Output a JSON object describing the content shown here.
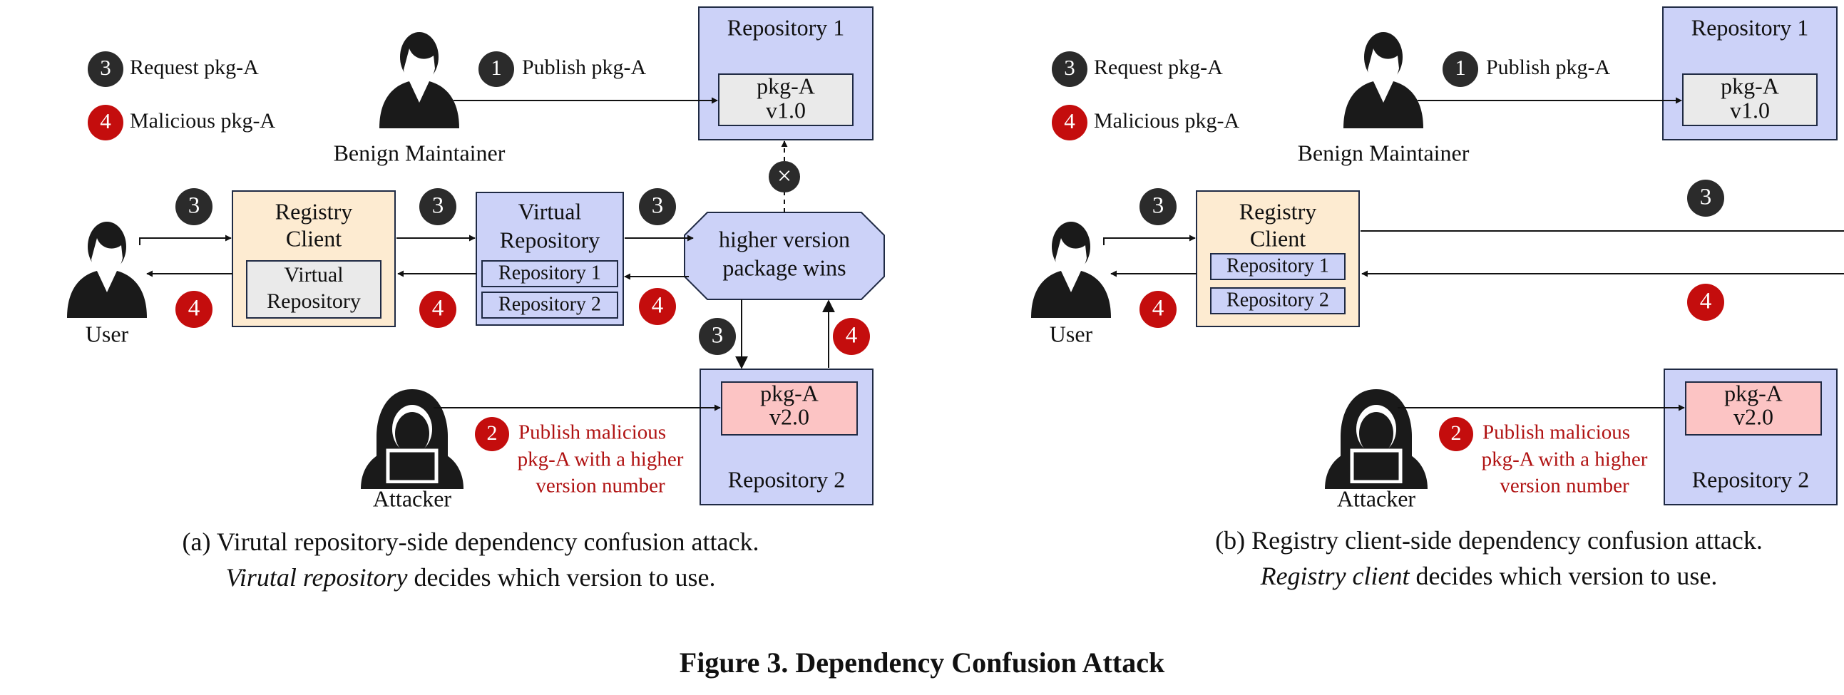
{
  "figure_title": "Figure 3. Dependency Confusion Attack",
  "legend": {
    "request_num": "3",
    "request_label": "Request pkg-A",
    "malicious_num": "4",
    "malicious_label": "Malicious  pkg-A"
  },
  "steps": {
    "publish_num": "1",
    "publish_label": "Publish pkg-A",
    "malicious_publish_num": "2",
    "malicious_publish_lines": [
      "Publish malicious",
      "pkg-A with a higher",
      "version number"
    ],
    "request_num": "3",
    "response_num": "4",
    "blocked_mark": "×"
  },
  "actors": {
    "maintainer": "Benign Maintainer",
    "user": "User",
    "attacker": "Attacker"
  },
  "boxes": {
    "repo1_title": "Repository 1",
    "repo2_title": "Repository 2",
    "pkg_v1": [
      "pkg-A",
      "v1.0"
    ],
    "pkg_v2": [
      "pkg-A",
      "v2.0"
    ],
    "registry_client": [
      "Registry",
      "Client"
    ],
    "virtual_repository": [
      "Virtual",
      "Repository"
    ],
    "inner_virtual_repo": [
      "Virtual",
      "Repository"
    ],
    "inner_repo1": "Repository 1",
    "inner_repo2": "Repository 2",
    "decider": [
      "higher version",
      "package wins"
    ]
  },
  "captions": {
    "a": {
      "line1": "(a) Virutal repository-side dependency confusion attack.",
      "line2_italic": "Virutal repository",
      "line2_rest": " decides which version to use."
    },
    "b": {
      "line1": "(b) Registry client-side dependency confusion attack.",
      "line2_italic": "Registry client",
      "line2_rest": " decides which version to use."
    }
  },
  "colors": {
    "repo_fill": "#ccd2f8",
    "client_fill": "#fdebd1",
    "pkg_v1_fill": "#eaeaea",
    "pkg_v2_fill": "#fcc4c4",
    "dark_circle": "#2b2b2b",
    "red_circle": "#c40d0d",
    "malicious_text": "#b01212",
    "decider_a": "#ccd2f8",
    "decider_b": "#fdebd1"
  }
}
